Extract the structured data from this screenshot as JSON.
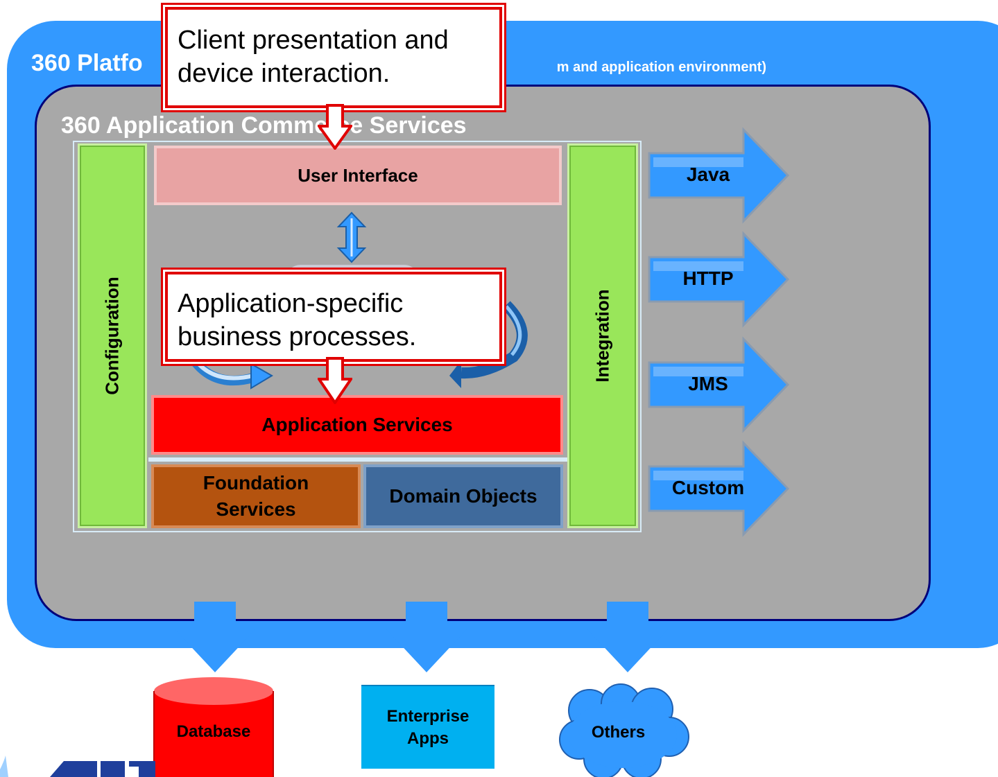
{
  "platform": {
    "title": "360 Platfo",
    "subtitle": "m and application environment)"
  },
  "commerce": {
    "title": "360 Application Commerce Services"
  },
  "layers": {
    "configuration": "Configuration",
    "integration": "Integration",
    "user_interface": "User Interface",
    "application_services": "Application Services",
    "foundation_services_line1": "Foundation",
    "foundation_services_line2": "Services",
    "domain_objects": "Domain Objects"
  },
  "callouts": {
    "client_line1": "Client presentation and",
    "client_line2": "device interaction.",
    "business_line1": "Application-specific",
    "business_line2": "business processes."
  },
  "protocols": [
    "Java",
    "HTTP",
    "JMS",
    "Custom"
  ],
  "external": {
    "database": "Database",
    "enterprise_line1": "Enterprise",
    "enterprise_line2": "Apps",
    "others": "Others"
  },
  "colors": {
    "platform": "#3399ff",
    "commerce_bg": "#a8a8a8",
    "config_bar": "#99e65a",
    "user_interface": "#e8a3a3",
    "application_services": "#ff0000",
    "foundation_services": "#b4530f",
    "domain_objects": "#3f6a9c",
    "callout_border": "#e00000",
    "database": "#ff0000",
    "enterprise_apps": "#00b0f0",
    "others": "#3399ff"
  }
}
